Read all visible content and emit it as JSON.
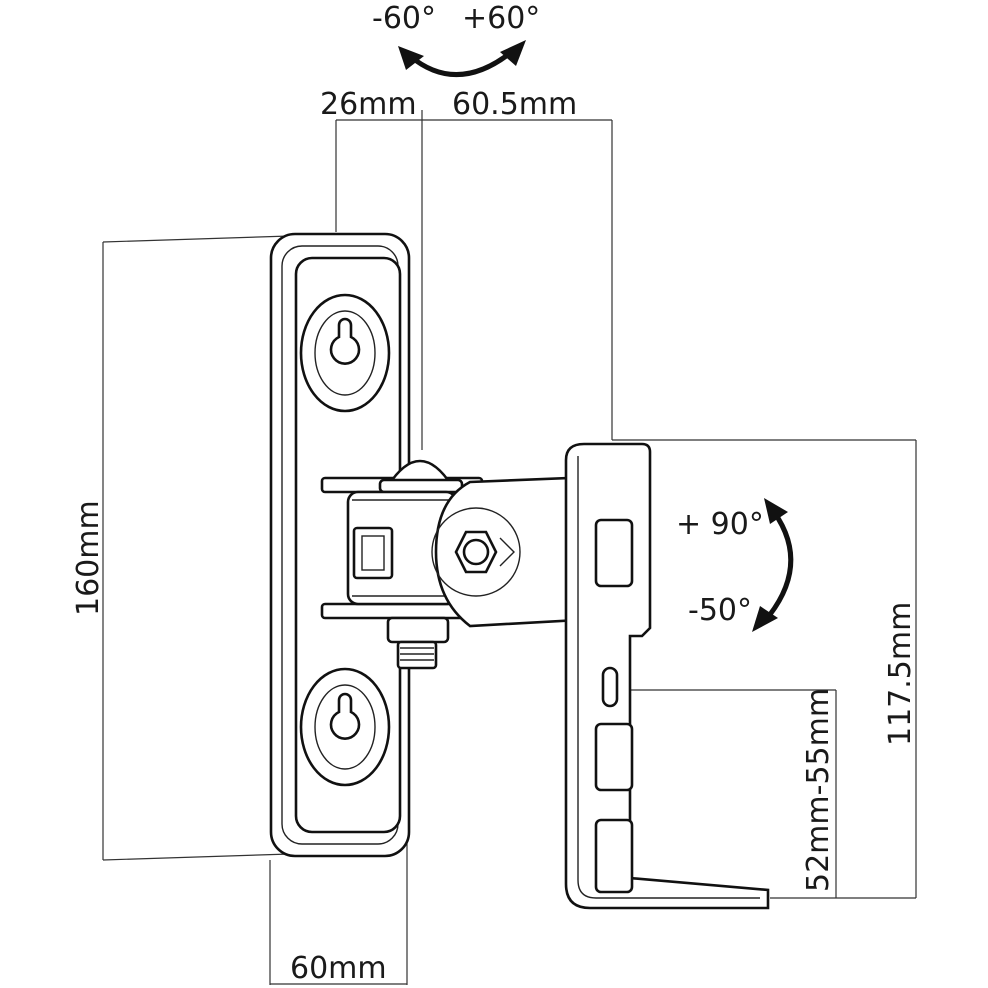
{
  "diagram": {
    "rotation_top": {
      "left_label": "-60°",
      "right_label": "+60°"
    },
    "rotation_side": {
      "up_label": "+ 90°",
      "down_label": "-50°"
    },
    "dimensions": {
      "depth_a": "26mm",
      "depth_b": "60.5mm",
      "plate_height": "160mm",
      "plate_width": "60mm",
      "bracket_height": "117.5mm",
      "hole_range": "52mm-55mm"
    }
  }
}
